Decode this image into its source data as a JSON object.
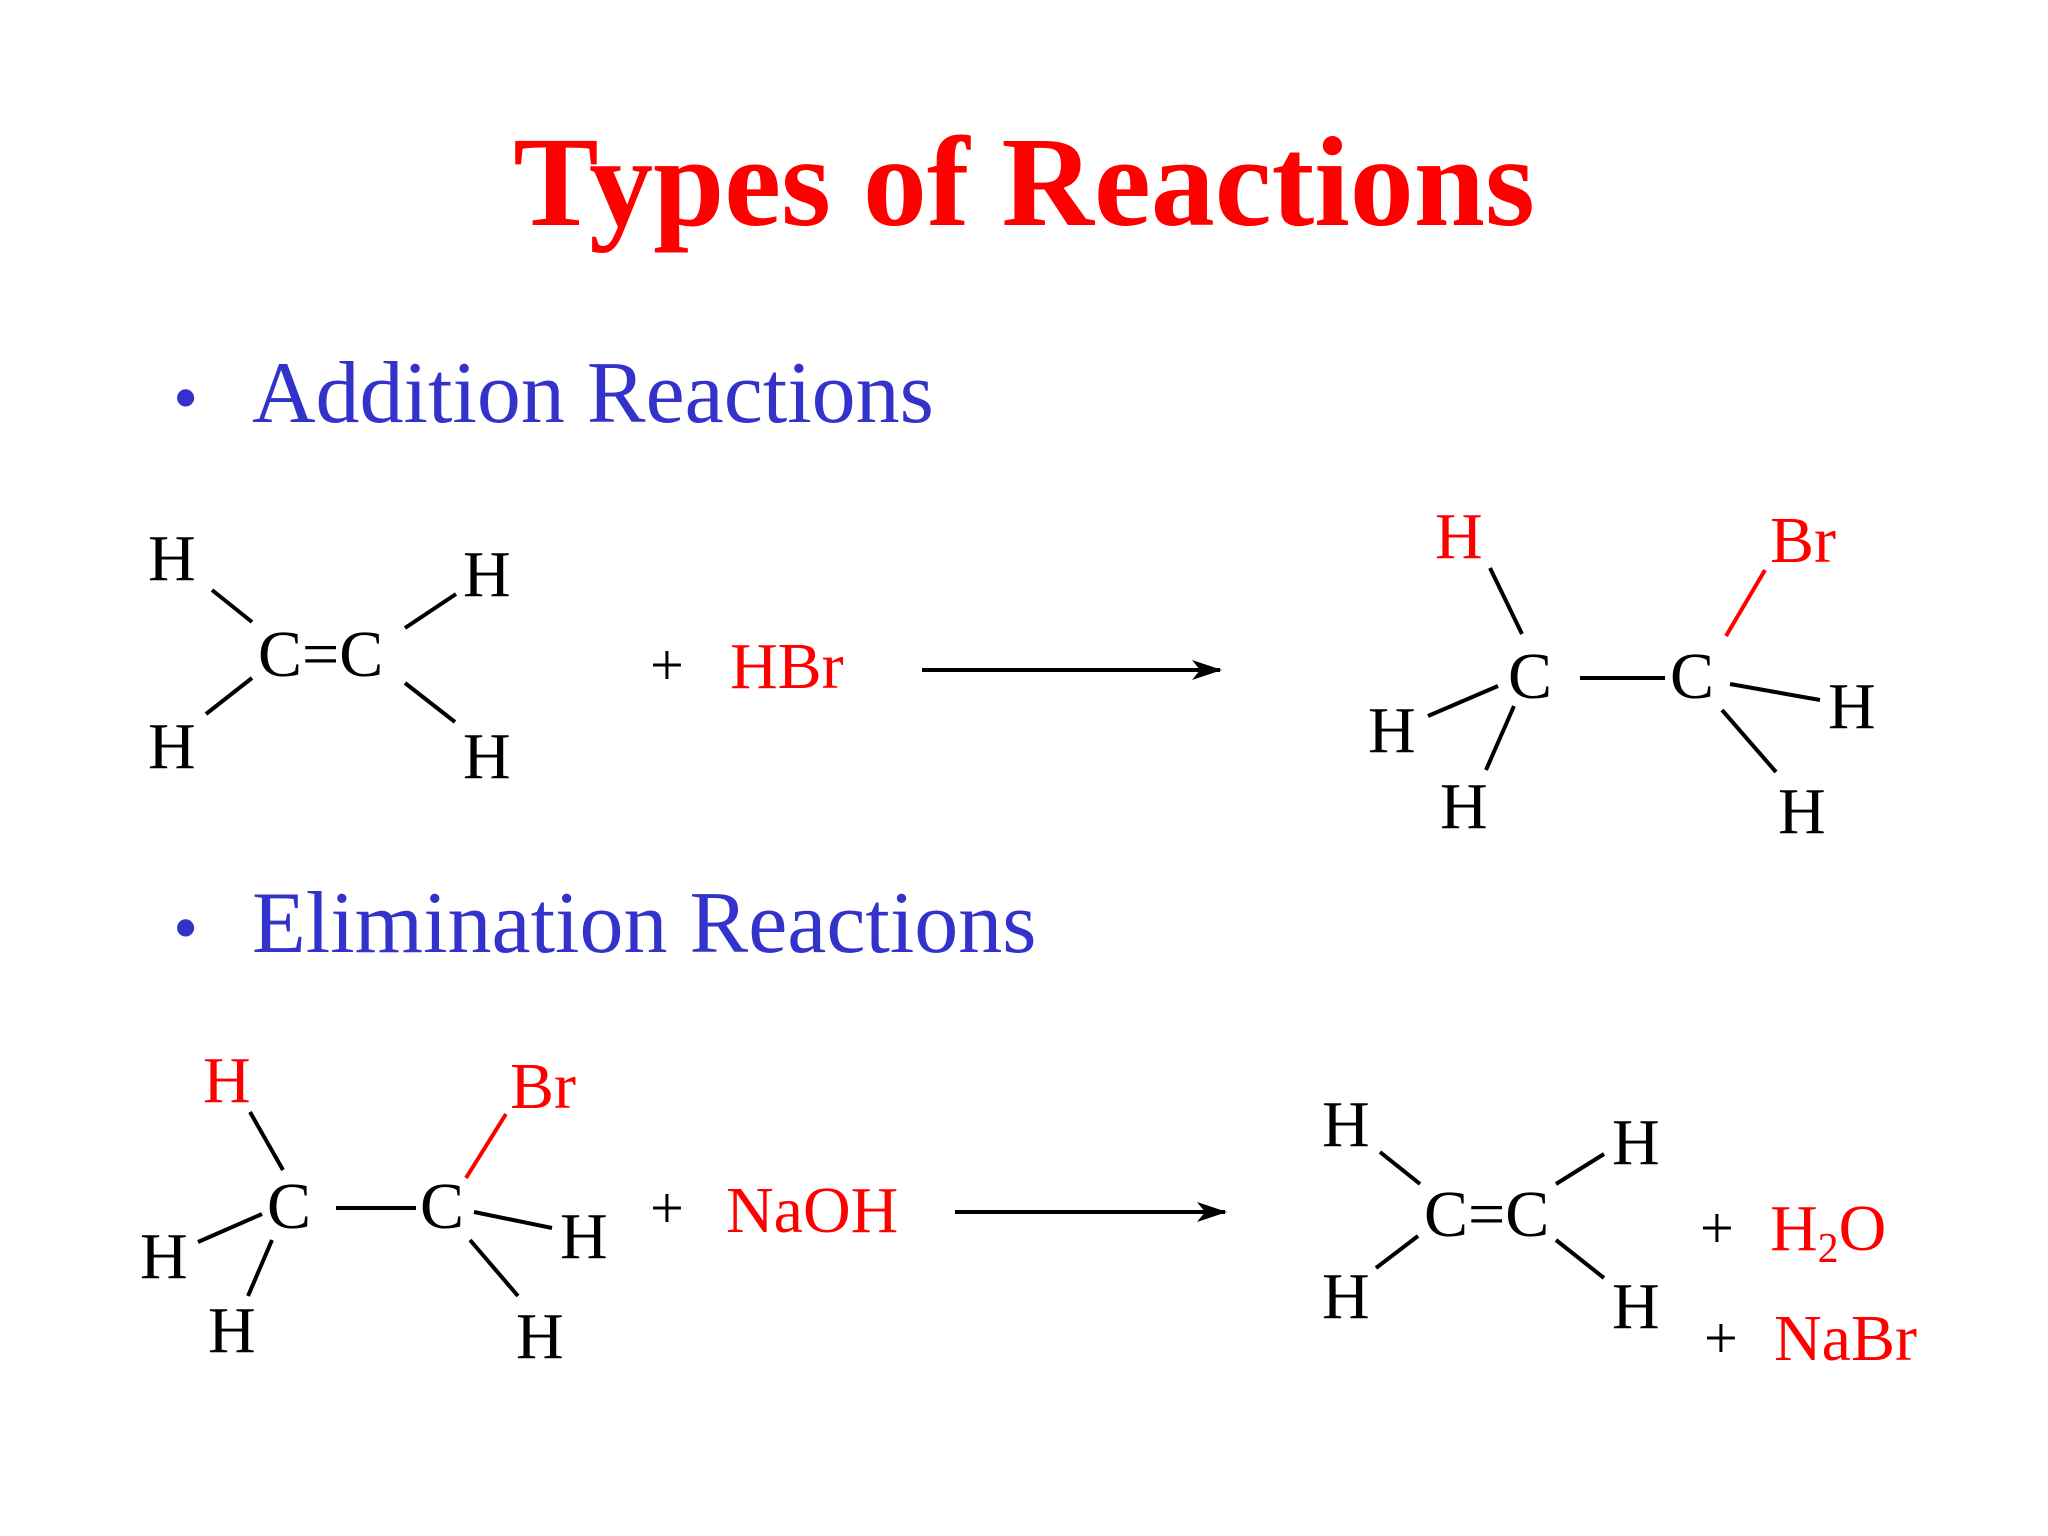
{
  "title": "Types of Reactions",
  "colors": {
    "title": "#ff0000",
    "bullet_text": "#3333cc",
    "reagent": "#ff0000",
    "structure": "#000000"
  },
  "sections": [
    {
      "bullet": "•",
      "heading": "Addition Reactions",
      "reactant_1": {
        "h_tl": "H",
        "h_bl": "H",
        "h_tr": "H",
        "h_br": "H",
        "double_bond": "C=C"
      },
      "plus": "+",
      "reagent": "HBr",
      "product": {
        "h_top": "H",
        "br_top": "Br",
        "c1": "C",
        "c2": "C",
        "h_left": "H",
        "h_bottom_left": "H",
        "h_right": "H",
        "h_bottom_right": "H"
      }
    },
    {
      "bullet": "•",
      "heading": "Elimination Reactions",
      "reactant_1": {
        "h_top": "H",
        "br_top": "Br",
        "c1": "C",
        "c2": "C",
        "h_left": "H",
        "h_bottom_left": "H",
        "h_right": "H",
        "h_bottom_right": "H"
      },
      "plus": "+",
      "reagent": "NaOH",
      "product": {
        "h_tl": "H",
        "h_bl": "H",
        "h_tr": "H",
        "h_br": "H",
        "double_bond": "C=C"
      },
      "byproduct_1": {
        "plus": "+",
        "h": "H",
        "sub": "2",
        "o": "O"
      },
      "byproduct_2": {
        "plus": "+",
        "text": "NaBr"
      }
    }
  ]
}
